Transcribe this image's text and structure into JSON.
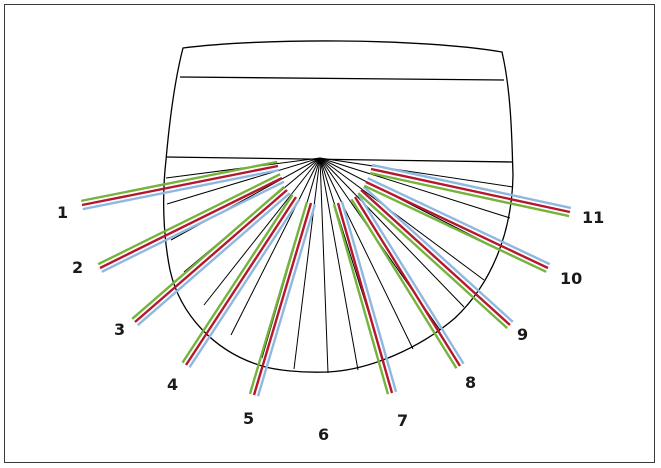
{
  "diagram": {
    "labels": [
      "1",
      "2",
      "3",
      "4",
      "5",
      "6",
      "7",
      "8",
      "9",
      "10",
      "11"
    ],
    "colors": {
      "outline": "#000000",
      "blue": "#8fb8e0",
      "red": "#b5182e",
      "green": "#74b43c"
    }
  }
}
